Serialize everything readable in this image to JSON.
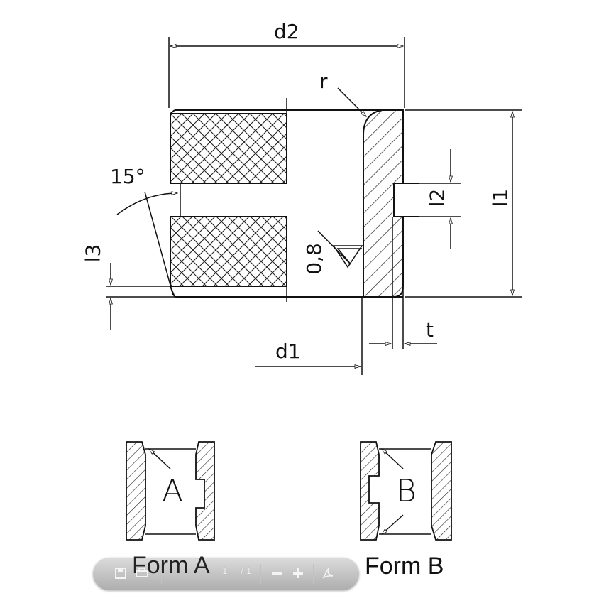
{
  "dimensions": {
    "d2": "d2",
    "d1": "d1",
    "r": "r",
    "angle": "15°",
    "l1": "l1",
    "l2": "l2",
    "l3": "l3",
    "t": "t",
    "roughness": "0,8"
  },
  "forms": {
    "a": {
      "letter": "A",
      "caption": "Form A"
    },
    "b": {
      "letter": "B",
      "caption": "Form B"
    }
  },
  "toolbar": {
    "page_current": "1",
    "page_total": "/ 1",
    "icons": [
      "save-icon",
      "print-icon",
      "zoom-out-icon",
      "zoom-in-icon",
      "acrobat-icon"
    ]
  }
}
